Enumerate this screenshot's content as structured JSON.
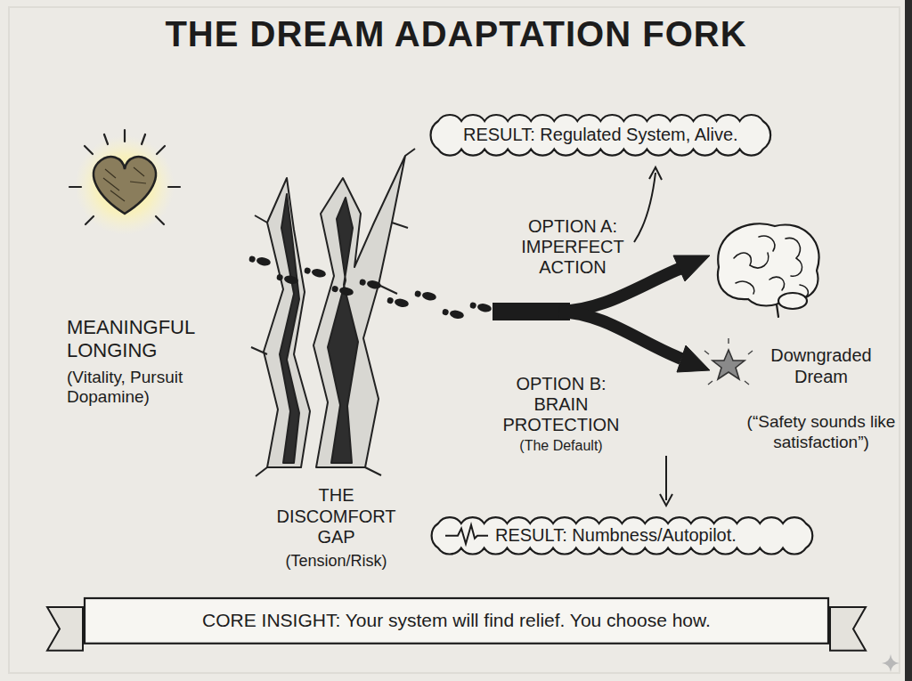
{
  "diagram": {
    "title": "THE DREAM ADAPTATION FORK",
    "nodes": [
      {
        "text": [
          "RESULT: Regulated System, Alive."
        ]
      },
      {
        "text": [
          "MEANINGFUL LONGING",
          "(Vitality, Pursuit Dopamine)"
        ]
      },
      {
        "text": [
          "THE DISCOMFORT GAP",
          "(Tension/Risk)"
        ]
      },
      {
        "text": [
          "Downgraded Dream",
          "(“Safety sounds like satisfaction”)"
        ]
      },
      {
        "text": [
          "RESULT: Numbness/Autopilot."
        ]
      },
      {
        "text": [
          "CORE INSIGHT: Your system will find relief. You choose how."
        ]
      }
    ],
    "labels": [
      "OPTION A: IMPERFECT ACTION",
      "OPTION B: BRAIN PROTECTION",
      "(The Default)"
    ]
  }
}
